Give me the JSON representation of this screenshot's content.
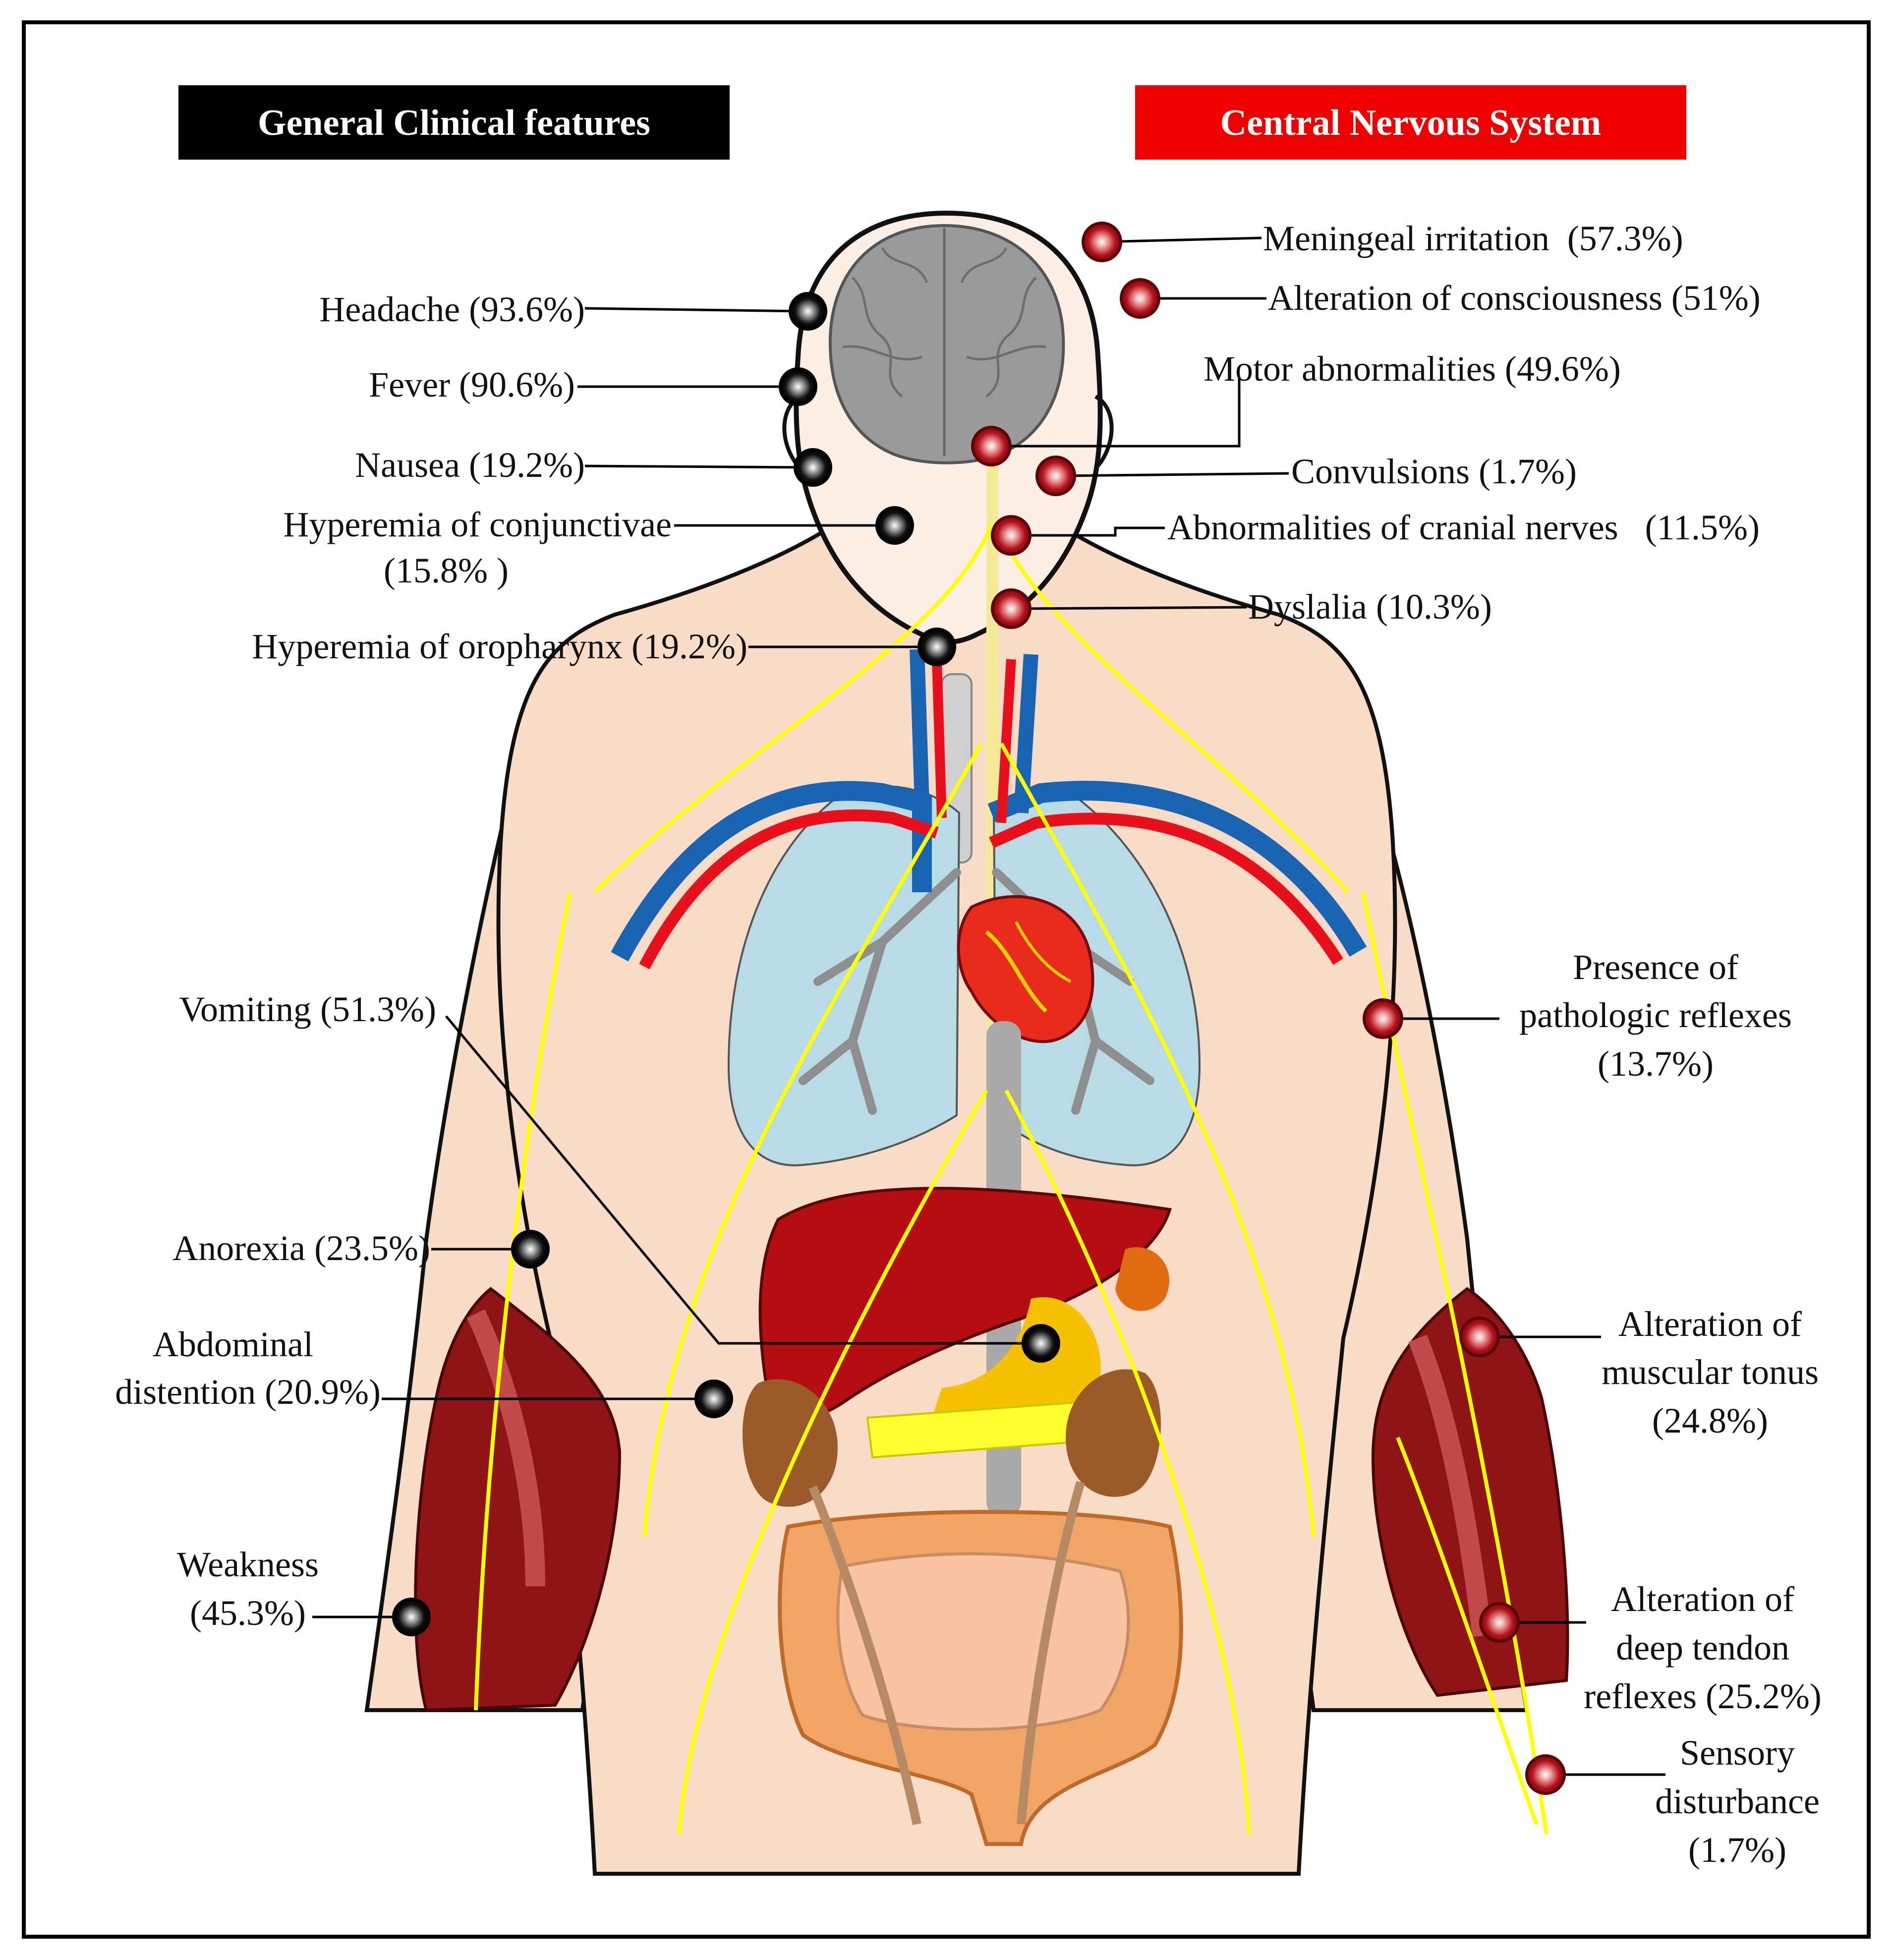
{
  "headers": {
    "general": "General Clinical features",
    "cns": "Central Nervous System"
  },
  "colors": {
    "general_header_bg": "#000000",
    "cns_header_bg": "#ee0000",
    "general_marker": "#000000",
    "cns_marker": "#b3101c",
    "skin": "#f9dcc8",
    "nerves": "#ffff00",
    "artery": "#e8101c",
    "vein": "#1a64b4",
    "lung": "#b8dbe6",
    "liver": "#b50e12",
    "muscle": "#8e1416"
  },
  "general_features": [
    {
      "lines": [
        "Headache (93.6%)"
      ]
    },
    {
      "lines": [
        "Fever (90.6%)"
      ]
    },
    {
      "lines": [
        "Nausea (19.2%)"
      ]
    },
    {
      "lines": [
        "Hyperemia of conjunctivae",
        "(15.8% )"
      ]
    },
    {
      "lines": [
        "Hyperemia of oropharynx (19.2%)"
      ]
    },
    {
      "lines": [
        "Vomiting (51.3%)"
      ]
    },
    {
      "lines": [
        "Anorexia (23.5%)"
      ]
    },
    {
      "lines": [
        "Abdominal",
        "distention (20.9%)"
      ]
    },
    {
      "lines": [
        "Weakness",
        "(45.3%)"
      ]
    }
  ],
  "cns_features": [
    {
      "lines": [
        "Meningeal irritation  (57.3%)"
      ]
    },
    {
      "lines": [
        "Alteration of consciousness (51%)"
      ]
    },
    {
      "lines": [
        "Motor abnormalities (49.6%)"
      ]
    },
    {
      "lines": [
        "Convulsions (1.7%)"
      ]
    },
    {
      "lines": [
        "Abnormalities of cranial nerves   (11.5%)"
      ]
    },
    {
      "lines": [
        "Dyslalia (10.3%)"
      ]
    },
    {
      "lines": [
        "Presence of",
        "pathologic reflexes",
        "(13.7%)"
      ]
    },
    {
      "lines": [
        "Alteration of",
        "muscular tonus",
        "(24.8%)"
      ]
    },
    {
      "lines": [
        "Alteration of",
        "deep tendon",
        "reflexes (25.2%)"
      ]
    },
    {
      "lines": [
        "Sensory",
        "disturbance",
        "(1.7%)"
      ]
    }
  ]
}
